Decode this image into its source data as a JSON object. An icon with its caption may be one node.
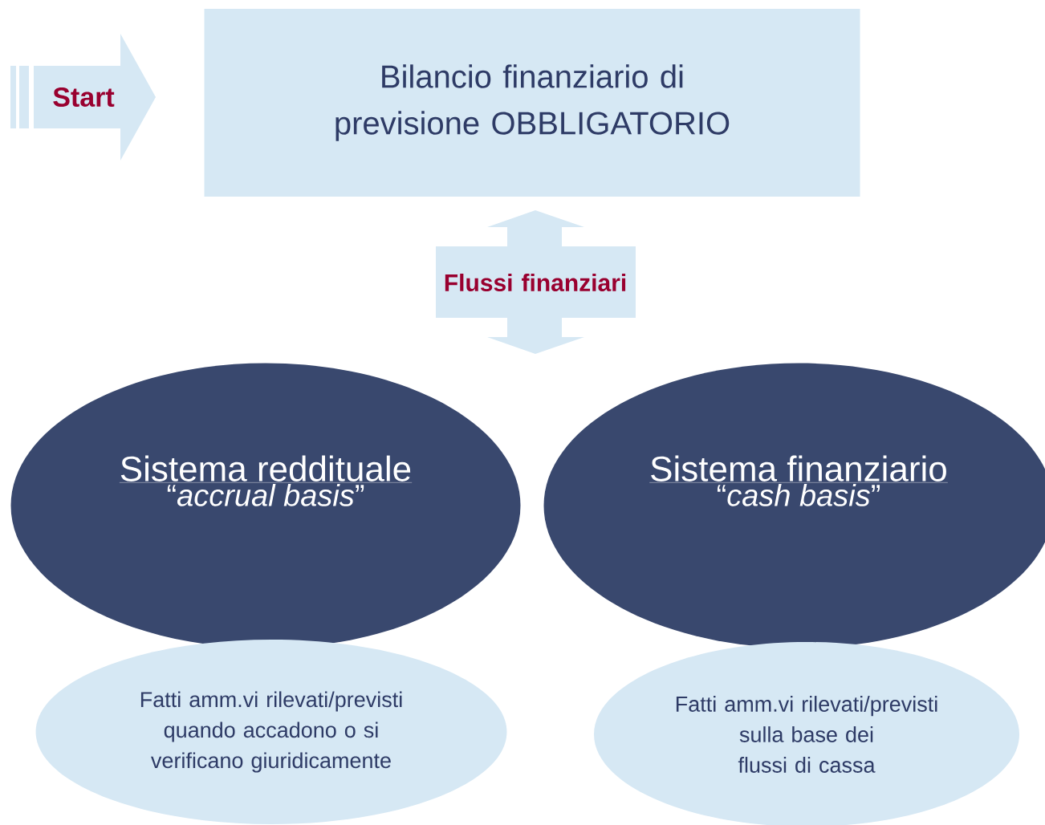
{
  "diagram": {
    "nodes": [
      {
        "text": [
          "Start"
        ]
      },
      {
        "text": [
          "Bilancio finanziario di previsione OBBLIGATORIO"
        ]
      },
      {
        "text": [
          "Flussi finanziari"
        ]
      },
      {
        "text": [
          "Sistema reddituale",
          "“*accrual basis*”"
        ]
      },
      {
        "text": [
          "Sistema finanziario",
          "“*cash basis*”"
        ]
      },
      {
        "text": [
          "Fatti amm.vi rilevati/previsti quando accadono o si verificano giuridicamente"
        ]
      },
      {
        "text": [
          "Fatti amm.vi rilevati/previsti sulla base dei flussi di cassa"
        ]
      }
    ]
  }
}
